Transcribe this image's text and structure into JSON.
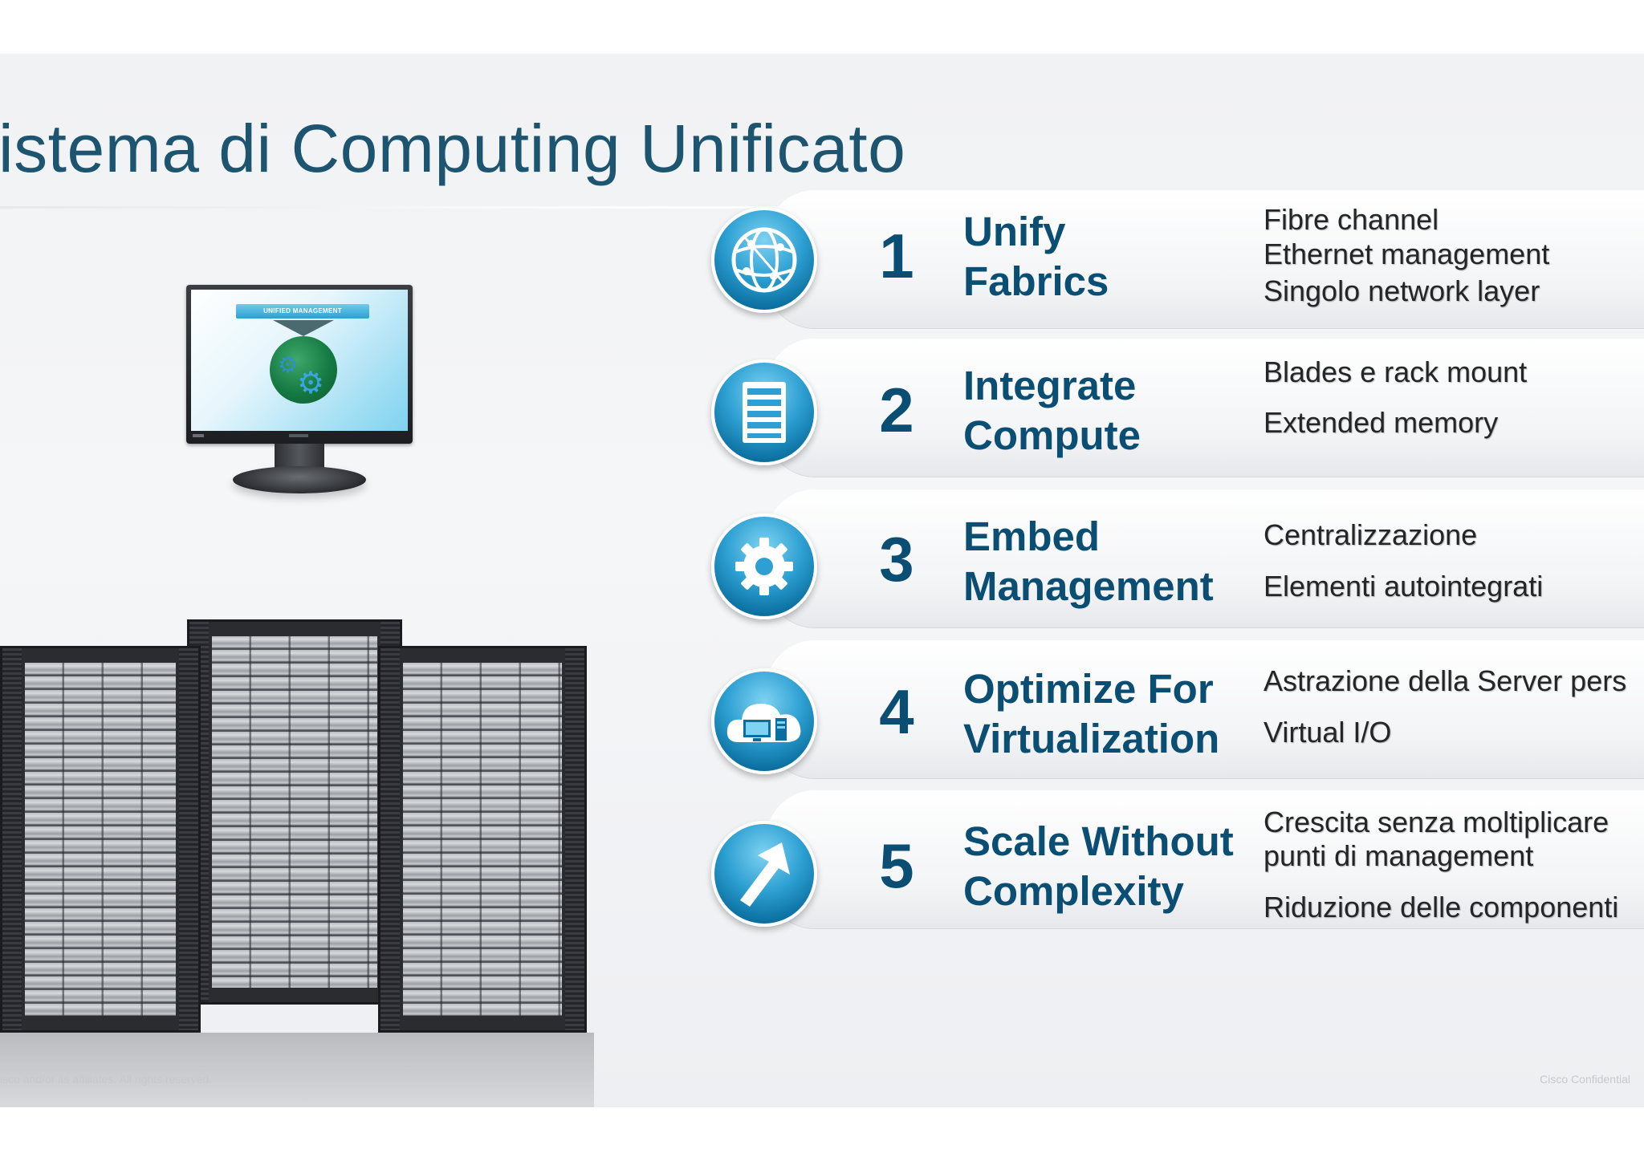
{
  "slide": {
    "title": "istema di Computing Unificato",
    "copyright": "isco and/or its affiliates. All rights reserved.",
    "confidential": "Cisco Confidential"
  },
  "monitor": {
    "screen_label": "UNIFIED MANAGEMENT"
  },
  "features": [
    {
      "number": "1",
      "icon": "globe-network-icon",
      "heading": [
        "Unify",
        "Fabrics"
      ],
      "details": [
        "Fibre channel",
        "Ethernet management",
        "Singolo network layer"
      ]
    },
    {
      "number": "2",
      "icon": "server-icon",
      "heading": [
        "Integrate",
        "Compute"
      ],
      "details": [
        "Blades e rack mount",
        "Extended memory"
      ]
    },
    {
      "number": "3",
      "icon": "gear-icon",
      "heading": [
        "Embed",
        "Management"
      ],
      "details": [
        "Centralizzazione",
        "Elementi autointegrati"
      ]
    },
    {
      "number": "4",
      "icon": "cloud-computer-icon",
      "heading": [
        "Optimize For",
        "Virtualization"
      ],
      "details": [
        "Astrazione della Server pers",
        "Virtual I/O"
      ]
    },
    {
      "number": "5",
      "icon": "arrow-up-icon",
      "heading": [
        "Scale Without",
        "Complexity"
      ],
      "details": [
        "Crescita senza moltiplicare",
        "punti di management",
        "Riduzione delle componenti"
      ]
    }
  ],
  "colors": {
    "title": "#1d5570",
    "heading": "#0b4e74",
    "icon_blue": "#2d9fd2",
    "detail_text": "#232629"
  }
}
